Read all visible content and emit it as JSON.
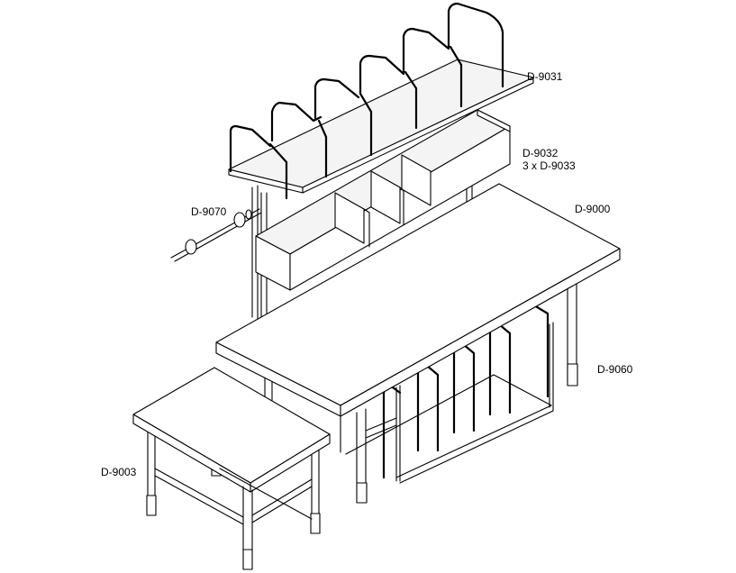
{
  "labels": {
    "top_shelf": "D-9031",
    "mid_shelf": "D-9032",
    "mid_shelf_dividers": "3 x D-9033",
    "roll_holder": "D-9070",
    "main_table": "D-9000",
    "rack": "D-9060",
    "side_table": "D-9003"
  },
  "colors": {
    "line": "#000000",
    "background": "#ffffff"
  }
}
